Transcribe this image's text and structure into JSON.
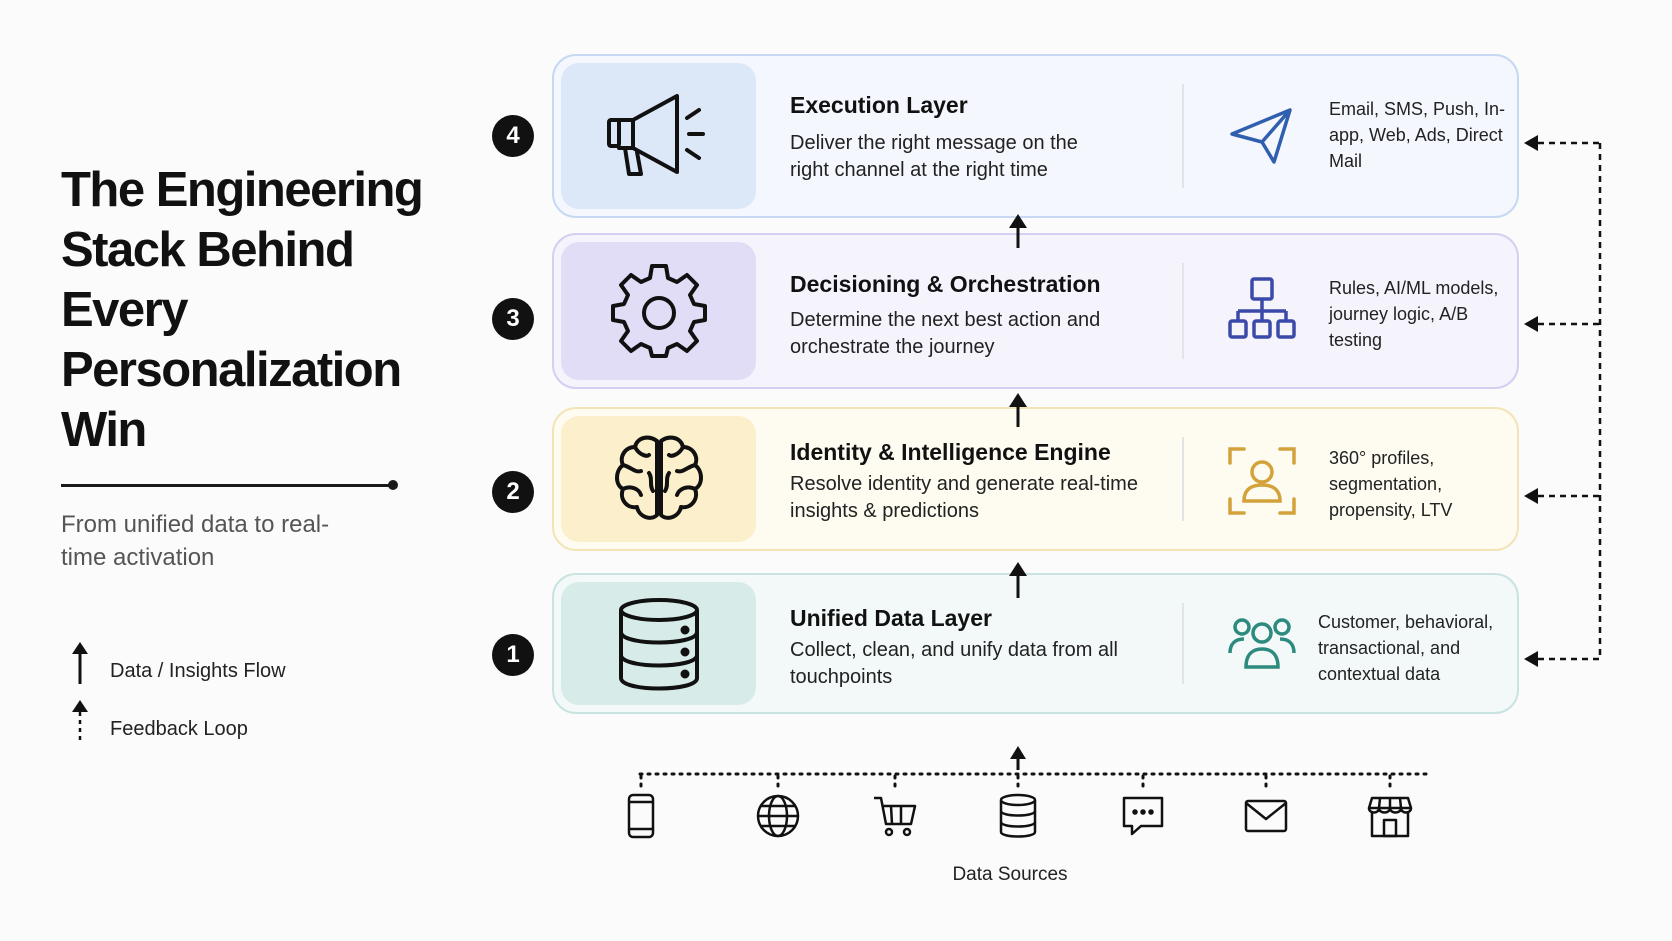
{
  "title": "The Engineering Stack Behind Every Personalization Win",
  "subtitle": "From unified data to real-time activation",
  "legend": {
    "data_flow": "Data / Insights Flow",
    "feedback": "Feedback Loop"
  },
  "layers": [
    {
      "number": "4",
      "title": "Execution Layer",
      "description": "Deliver the right message on the right channel at the right time",
      "features": "Email, SMS, Push, In-app, Web, Ads, Direct Mail",
      "icon": "megaphone-icon",
      "feature_icon": "paper-plane-icon",
      "accent": "#2f5fae"
    },
    {
      "number": "3",
      "title": "Decisioning & Orchestration",
      "description": "Determine the next best action and orchestrate the journey",
      "features": "Rules, AI/ML models, journey logic, A/B testing",
      "icon": "gear-icon",
      "feature_icon": "hierarchy-icon",
      "accent": "#3b4aa8"
    },
    {
      "number": "2",
      "title": "Identity & Intelligence Engine",
      "description": "Resolve identity and generate real-time insights & predictions",
      "features": "360° profiles, segmentation, propensity, LTV",
      "icon": "brain-icon",
      "feature_icon": "profile-scan-icon",
      "accent": "#d4a23a"
    },
    {
      "number": "1",
      "title": "Unified Data Layer",
      "description": "Collect, clean, and unify data from all touchpoints",
      "features": "Customer, behavioral, transactional, and contextual data",
      "icon": "database-icon",
      "feature_icon": "users-group-icon",
      "accent": "#2d8a7e"
    }
  ],
  "data_sources_label": "Data Sources",
  "data_sources_icons": [
    "smartphone-icon",
    "globe-icon",
    "shopping-cart-icon",
    "database-icon",
    "chat-icon",
    "mail-icon",
    "storefront-icon"
  ]
}
